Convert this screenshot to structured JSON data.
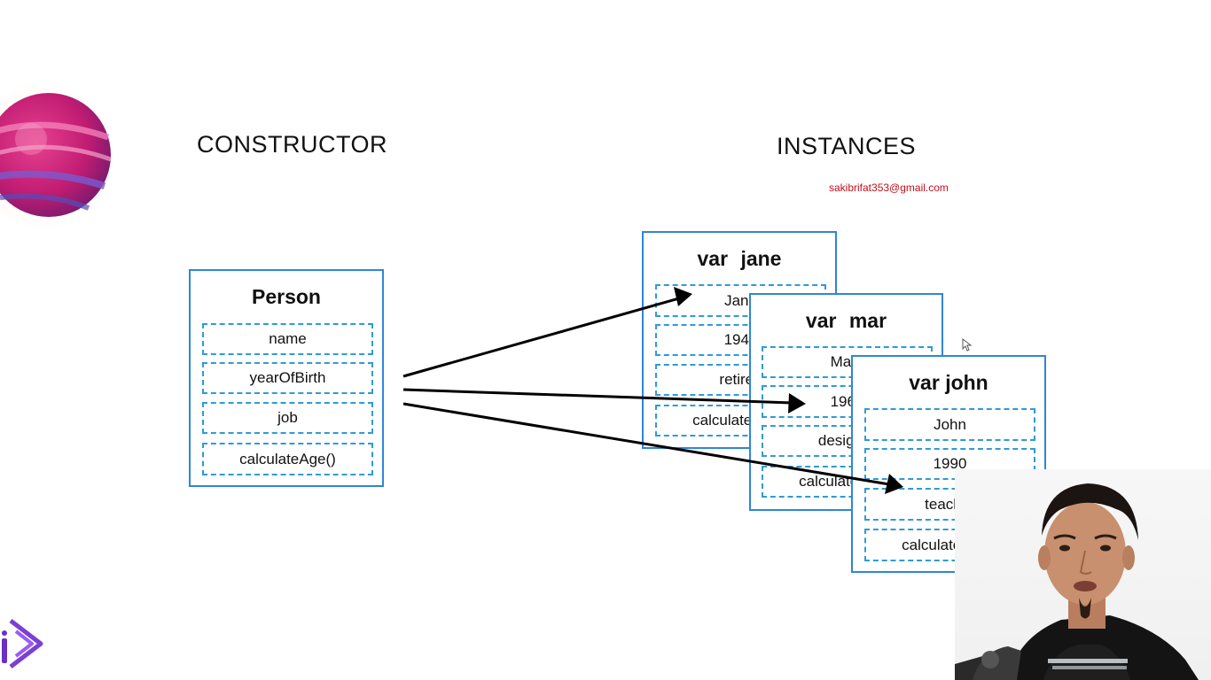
{
  "headings": {
    "constructor": "CONSTRUCTOR",
    "instances": "INSTANCES"
  },
  "watermark_email": "sakibrifat353@gmail.com",
  "constructor_card": {
    "title": "Person",
    "fields": [
      "name",
      "yearOfBirth",
      "job",
      "calculateAge()"
    ]
  },
  "instances": {
    "jane": {
      "keyword": "var",
      "name": "jane",
      "fields": [
        "Jane",
        "1948",
        "retired",
        "calculateAge()"
      ]
    },
    "mark": {
      "keyword": "var",
      "name": "mar",
      "fields": [
        "Mark",
        "1960",
        "designer",
        "calculateAge()"
      ]
    },
    "john": {
      "title": "var john",
      "fields": [
        "John",
        "1990",
        "teacher",
        "calculateAge()"
      ]
    }
  },
  "colors": {
    "card_border": "#2f86d6",
    "field_border": "#2f9bd6",
    "email": "#c0101a",
    "logo": "#7b3fd6"
  },
  "icons": {
    "planet": "planet-illustration",
    "logo": "play-logo-icon",
    "cursor": "mouse-cursor-icon"
  }
}
